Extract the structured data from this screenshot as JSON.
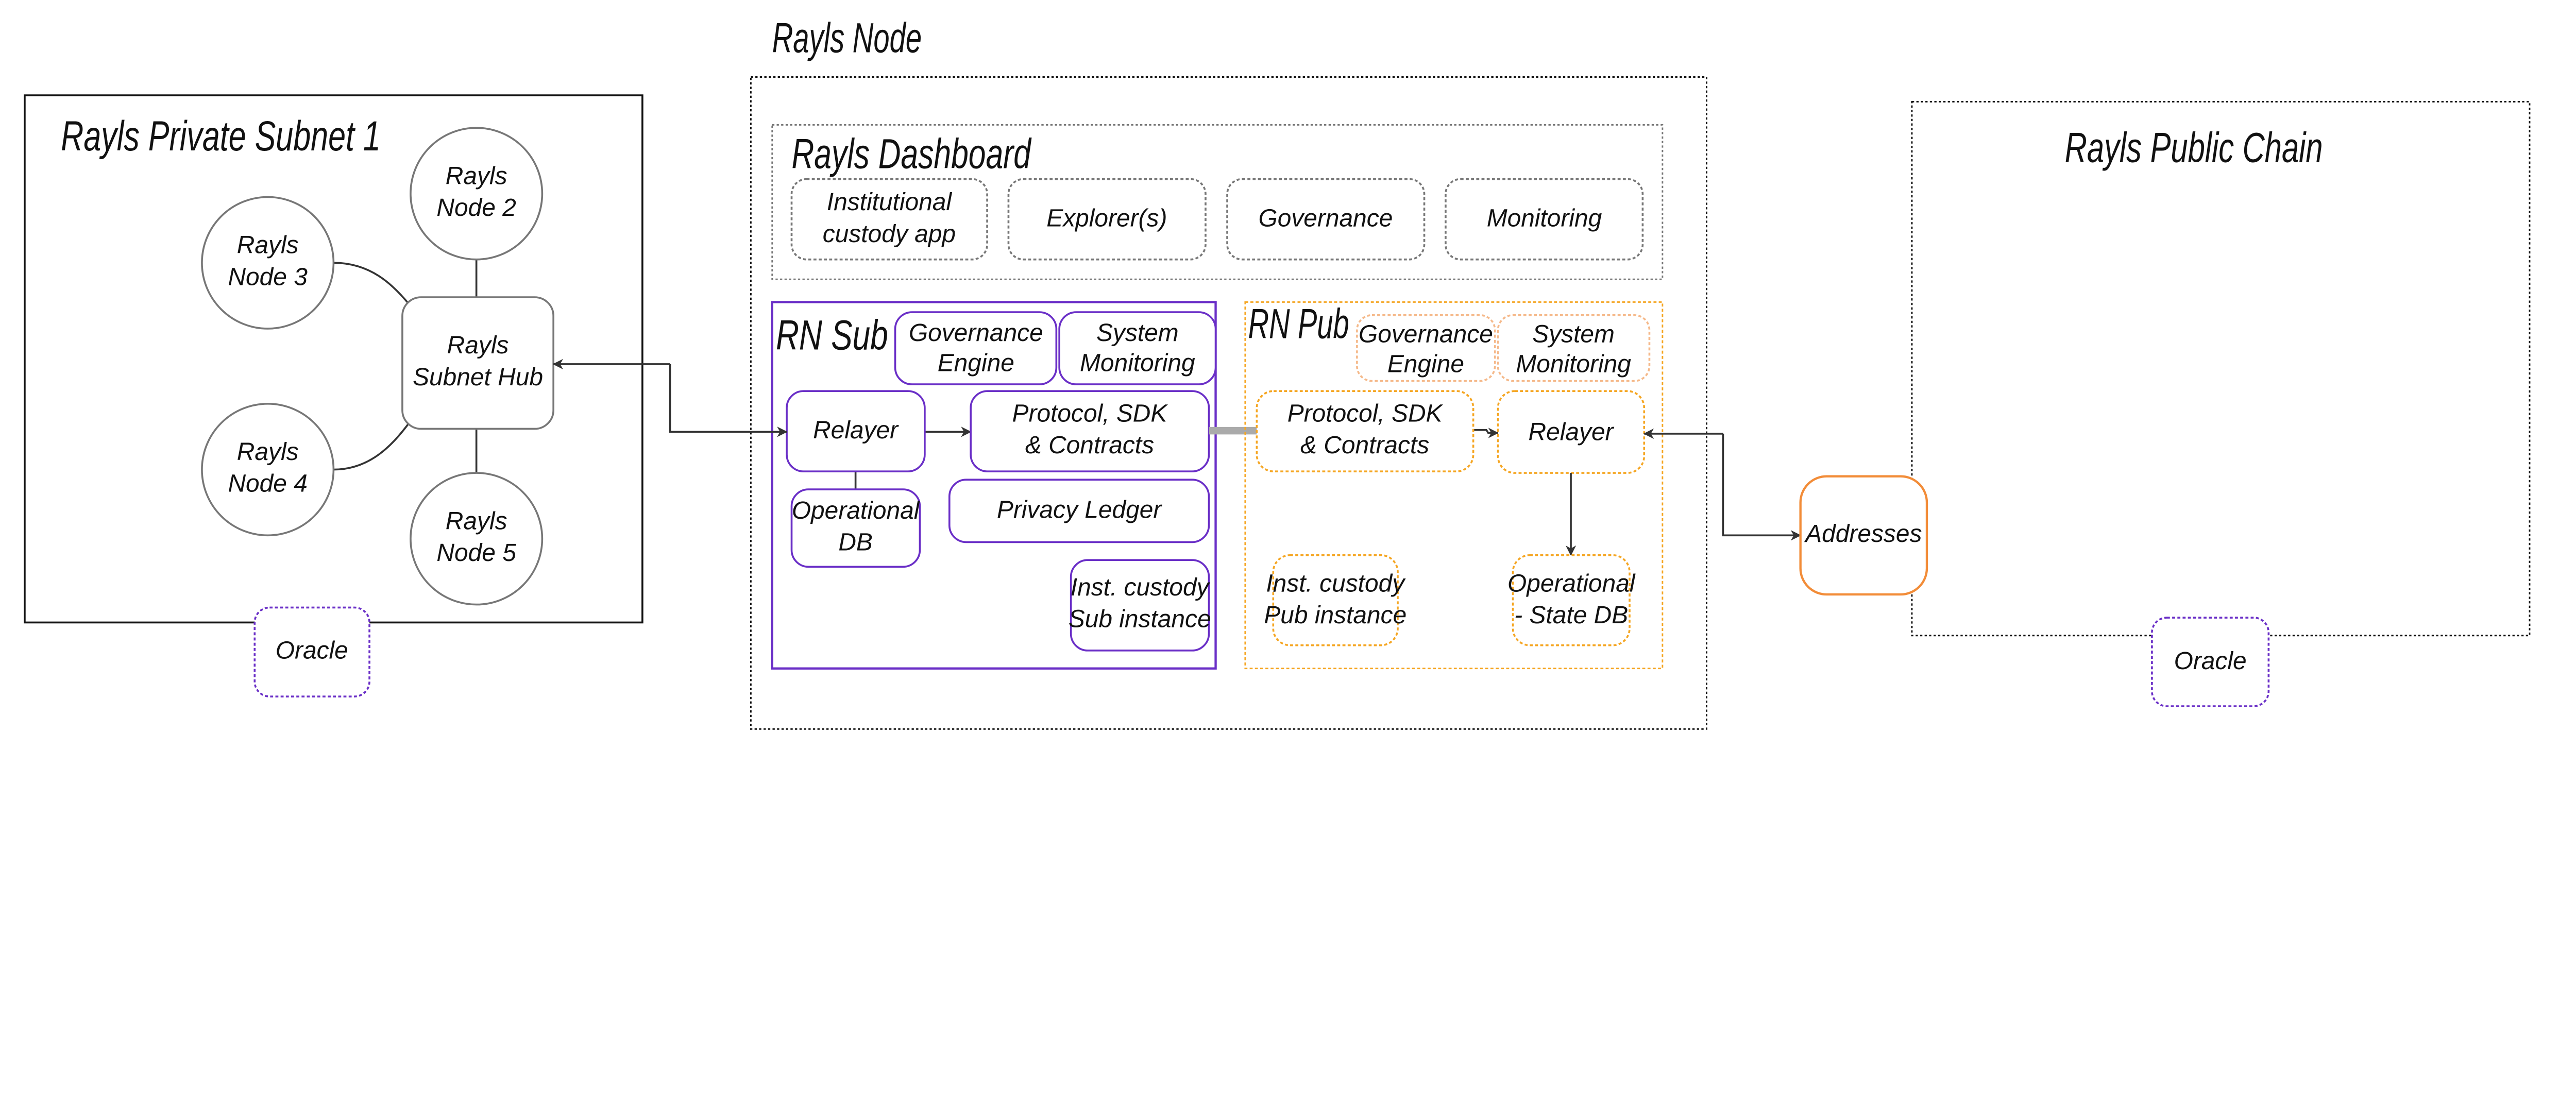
{
  "colors": {
    "purple": "#6a2fc7",
    "orange": "#f5a623",
    "addresses": "#f28c38",
    "gray": "#777777",
    "black": "#111111"
  },
  "subnet": {
    "title": "Rayls Private Subnet 1",
    "nodes": [
      {
        "l1": "Rayls",
        "l2": "Node 2"
      },
      {
        "l1": "Rayls",
        "l2": "Node 3"
      },
      {
        "l1": "Rayls",
        "l2": "Node 4"
      },
      {
        "l1": "Rayls",
        "l2": "Node 5"
      }
    ],
    "hub": {
      "l1": "Rayls",
      "l2": "Subnet Hub"
    },
    "oracle": "Oracle"
  },
  "node": {
    "title": "Rayls Node",
    "dashboard": {
      "title": "Rayls Dashboard",
      "items": [
        {
          "l1": "Institutional",
          "l2": "custody app"
        },
        {
          "l1": "Explorer(s)"
        },
        {
          "l1": "Governance"
        },
        {
          "l1": "Monitoring"
        }
      ]
    },
    "sub": {
      "title": "RN Sub",
      "governance": {
        "l1": "Governance",
        "l2": "Engine"
      },
      "monitoring": {
        "l1": "System",
        "l2": "Monitoring"
      },
      "relayer": "Relayer",
      "protocol": {
        "l1": "Protocol, SDK",
        "l2": "& Contracts"
      },
      "opdb": {
        "l1": "Operational",
        "l2": "DB"
      },
      "ledger": "Privacy Ledger",
      "custody": {
        "l1": "Inst. custody",
        "l2": "Sub instance"
      }
    },
    "pub": {
      "title": "RN Pub",
      "governance": {
        "l1": "Governance",
        "l2": "Engine"
      },
      "monitoring": {
        "l1": "System",
        "l2": "Monitoring"
      },
      "protocol": {
        "l1": "Protocol, SDK",
        "l2": "& Contracts"
      },
      "relayer": "Relayer",
      "custody": {
        "l1": "Inst. custody",
        "l2": "Pub instance"
      },
      "statedb": {
        "l1": "Operational",
        "l2": "- State DB"
      }
    }
  },
  "addresses": "Addresses",
  "public": {
    "title": "Rayls Public Chain",
    "oracle": "Oracle"
  }
}
